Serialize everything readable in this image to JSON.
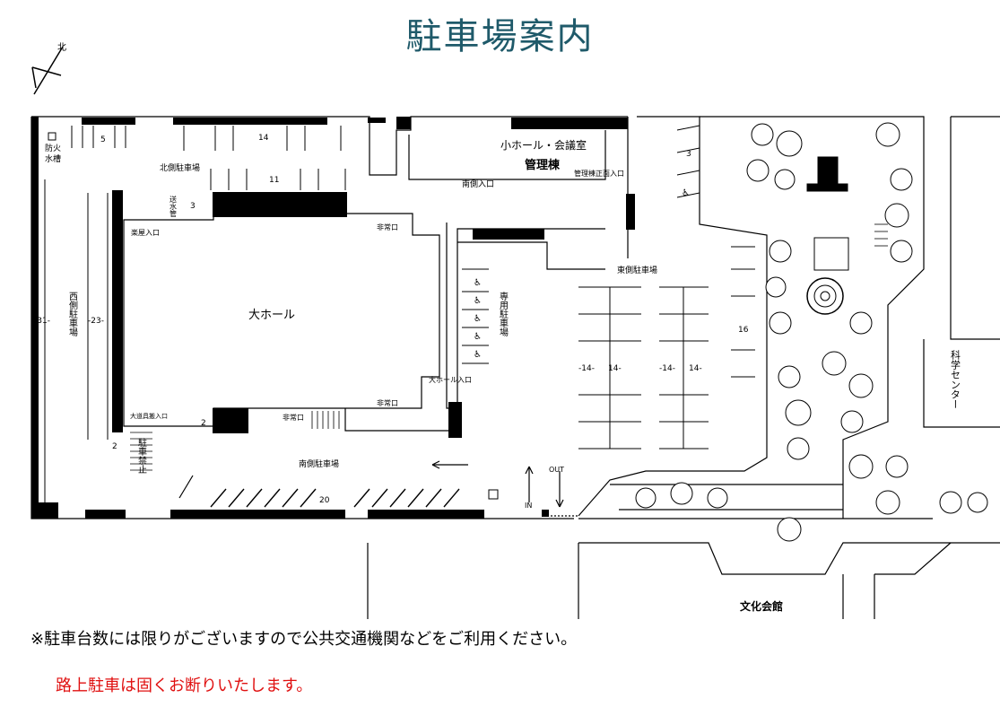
{
  "title": "駐車場案内",
  "compass": "北",
  "labels": {
    "fire_tank_1": "防火",
    "fire_tank_2": "水槽",
    "north_lot": "北側駐車場",
    "west_lot": "西側駐車場",
    "east_lot": "東側駐車場",
    "south_lot": "南側駐車場",
    "reserved_lot": "専用駐車場",
    "no_parking": "駐車禁止",
    "small_hall": "小ホール・会議室",
    "admin": "管理棟",
    "admin_entrance": "管理棟正面入口",
    "south_entrance": "南側入口",
    "emergency_exit": "非常口",
    "green_room_entrance": "楽屋入口",
    "large_hall": "大ホール",
    "large_hall_entrance": "大ホール入口",
    "props_entrance": "大道具搬入口",
    "props_pipe": "送水管",
    "in": "IN",
    "out": "OUT",
    "science_center": "科学センター",
    "culture_hall": "文化会館"
  },
  "counts": {
    "c5": "5",
    "c14": "14",
    "c11": "11",
    "c3a": "3",
    "c3b": "3",
    "c31": "-31-",
    "c23": "-23-",
    "c2a": "2",
    "c2b": "2",
    "c16": "16",
    "c20": "20",
    "c14r1": "-14-",
    "c14r2": "14-",
    "c14r3": "-14-",
    "c14r4": "14-"
  },
  "notice": "※駐車台数には限りがございますので公共交通機関などをご利用ください。",
  "warning": "路上駐車は固くお断りいたします。",
  "colors": {
    "title": "#1f5a6a",
    "warning": "#e01010",
    "ink": "#000000"
  }
}
